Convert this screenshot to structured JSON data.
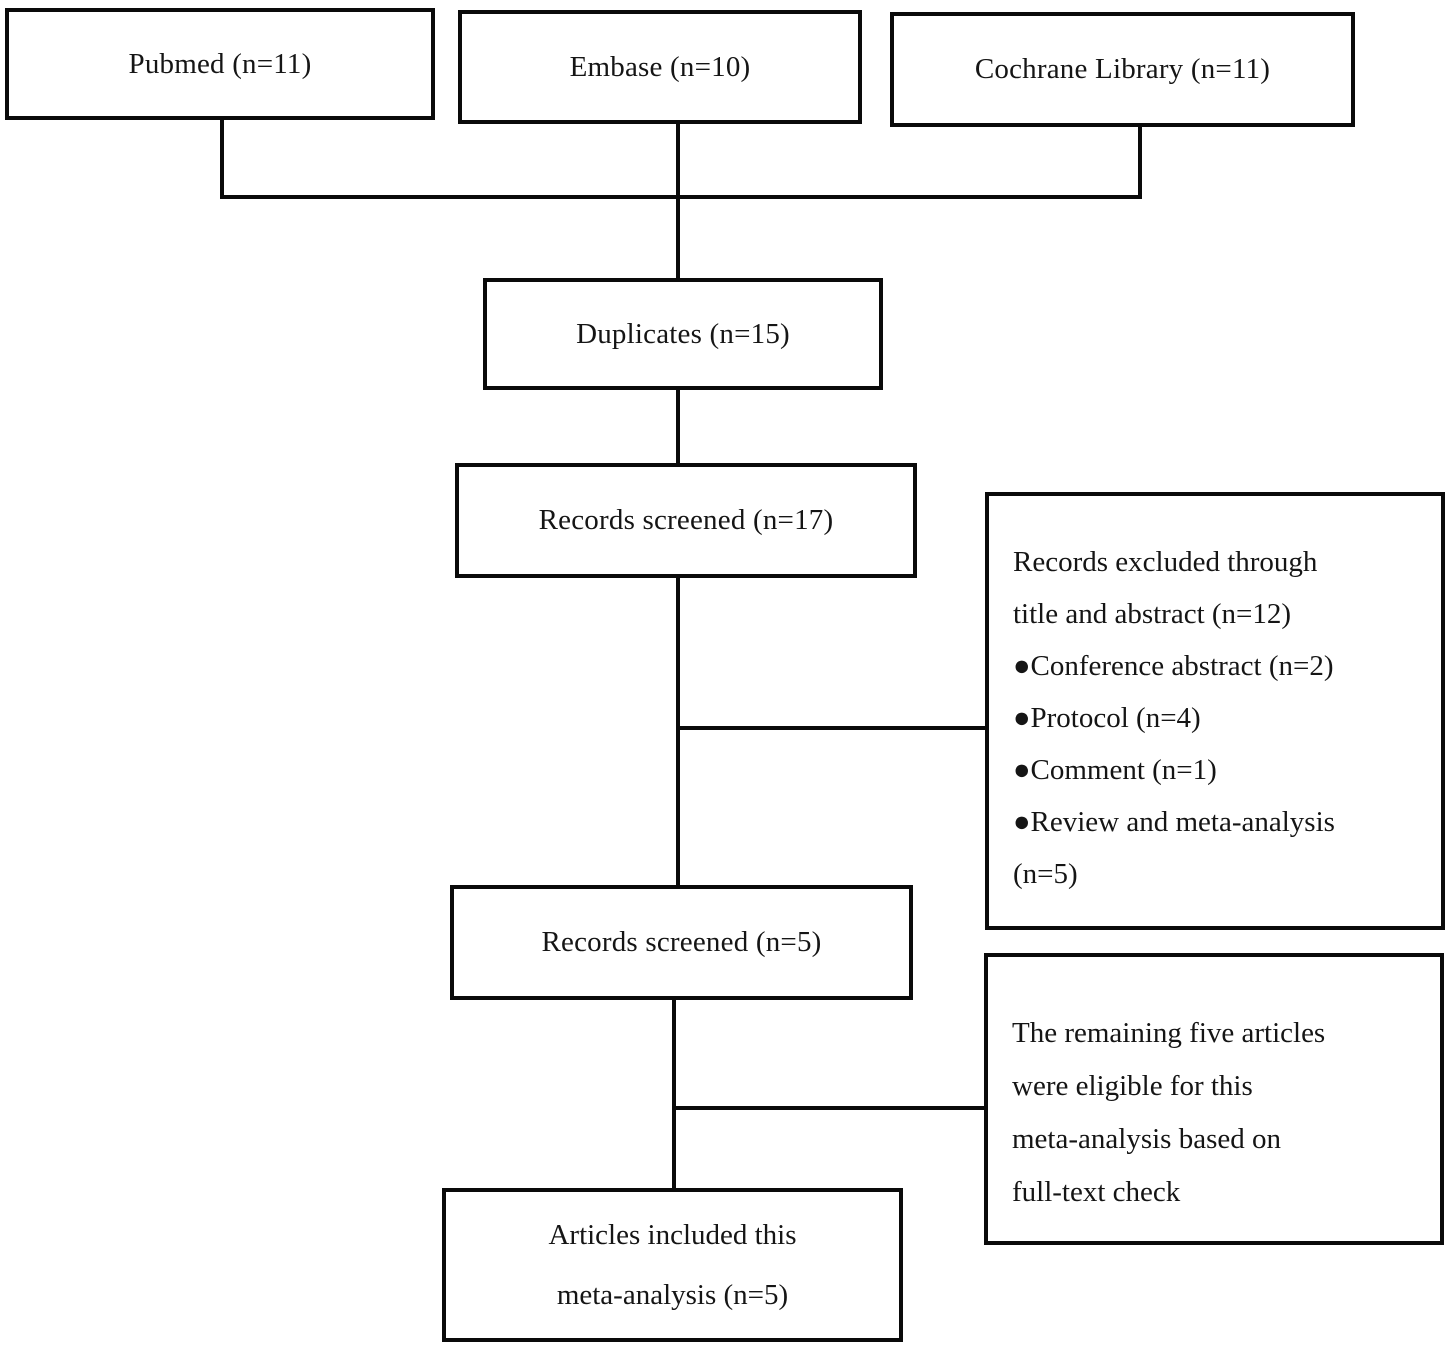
{
  "colors": {
    "line": "#0a0a0a",
    "background": "#ffffff",
    "text": "#151515"
  },
  "flowchart": {
    "sources": [
      {
        "label": "Pubmed (n=11)"
      },
      {
        "label": "Embase (n=10)"
      },
      {
        "label": "Cochrane Library (n=11)"
      }
    ],
    "duplicates": {
      "label": "Duplicates (n=15)"
    },
    "screened_17": {
      "label": "Records screened (n=17)"
    },
    "excluded": {
      "lines": [
        "Records excluded through",
        "title and abstract (n=12)",
        "●Conference abstract (n=2)",
        "●Protocol (n=4)",
        "●Comment (n=1)",
        "●Review and meta-analysis",
        "(n=5)"
      ]
    },
    "screened_5": {
      "label": "Records screened (n=5)"
    },
    "eligible": {
      "lines": [
        "The remaining five articles",
        "were eligible for this",
        "meta-analysis based on",
        "full-text check"
      ]
    },
    "included": {
      "lines": [
        "Articles included this",
        "meta-analysis (n=5)"
      ]
    }
  }
}
